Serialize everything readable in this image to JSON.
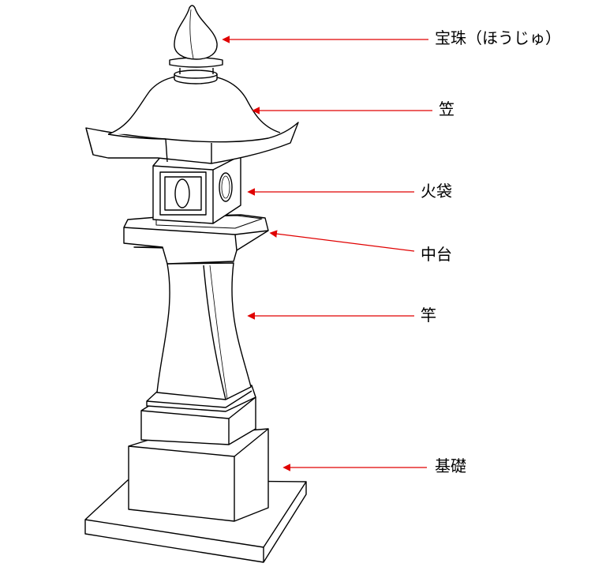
{
  "diagram": {
    "labels": {
      "hoju": "宝珠（ほうじゅ）",
      "kasa": "笠",
      "hibukuro": "火袋",
      "chudai": "中台",
      "sao": "竿",
      "kiso": "基礎"
    },
    "colors": {
      "line": "#000000",
      "arrow": "#e00000",
      "fill": "#ffffff"
    }
  }
}
